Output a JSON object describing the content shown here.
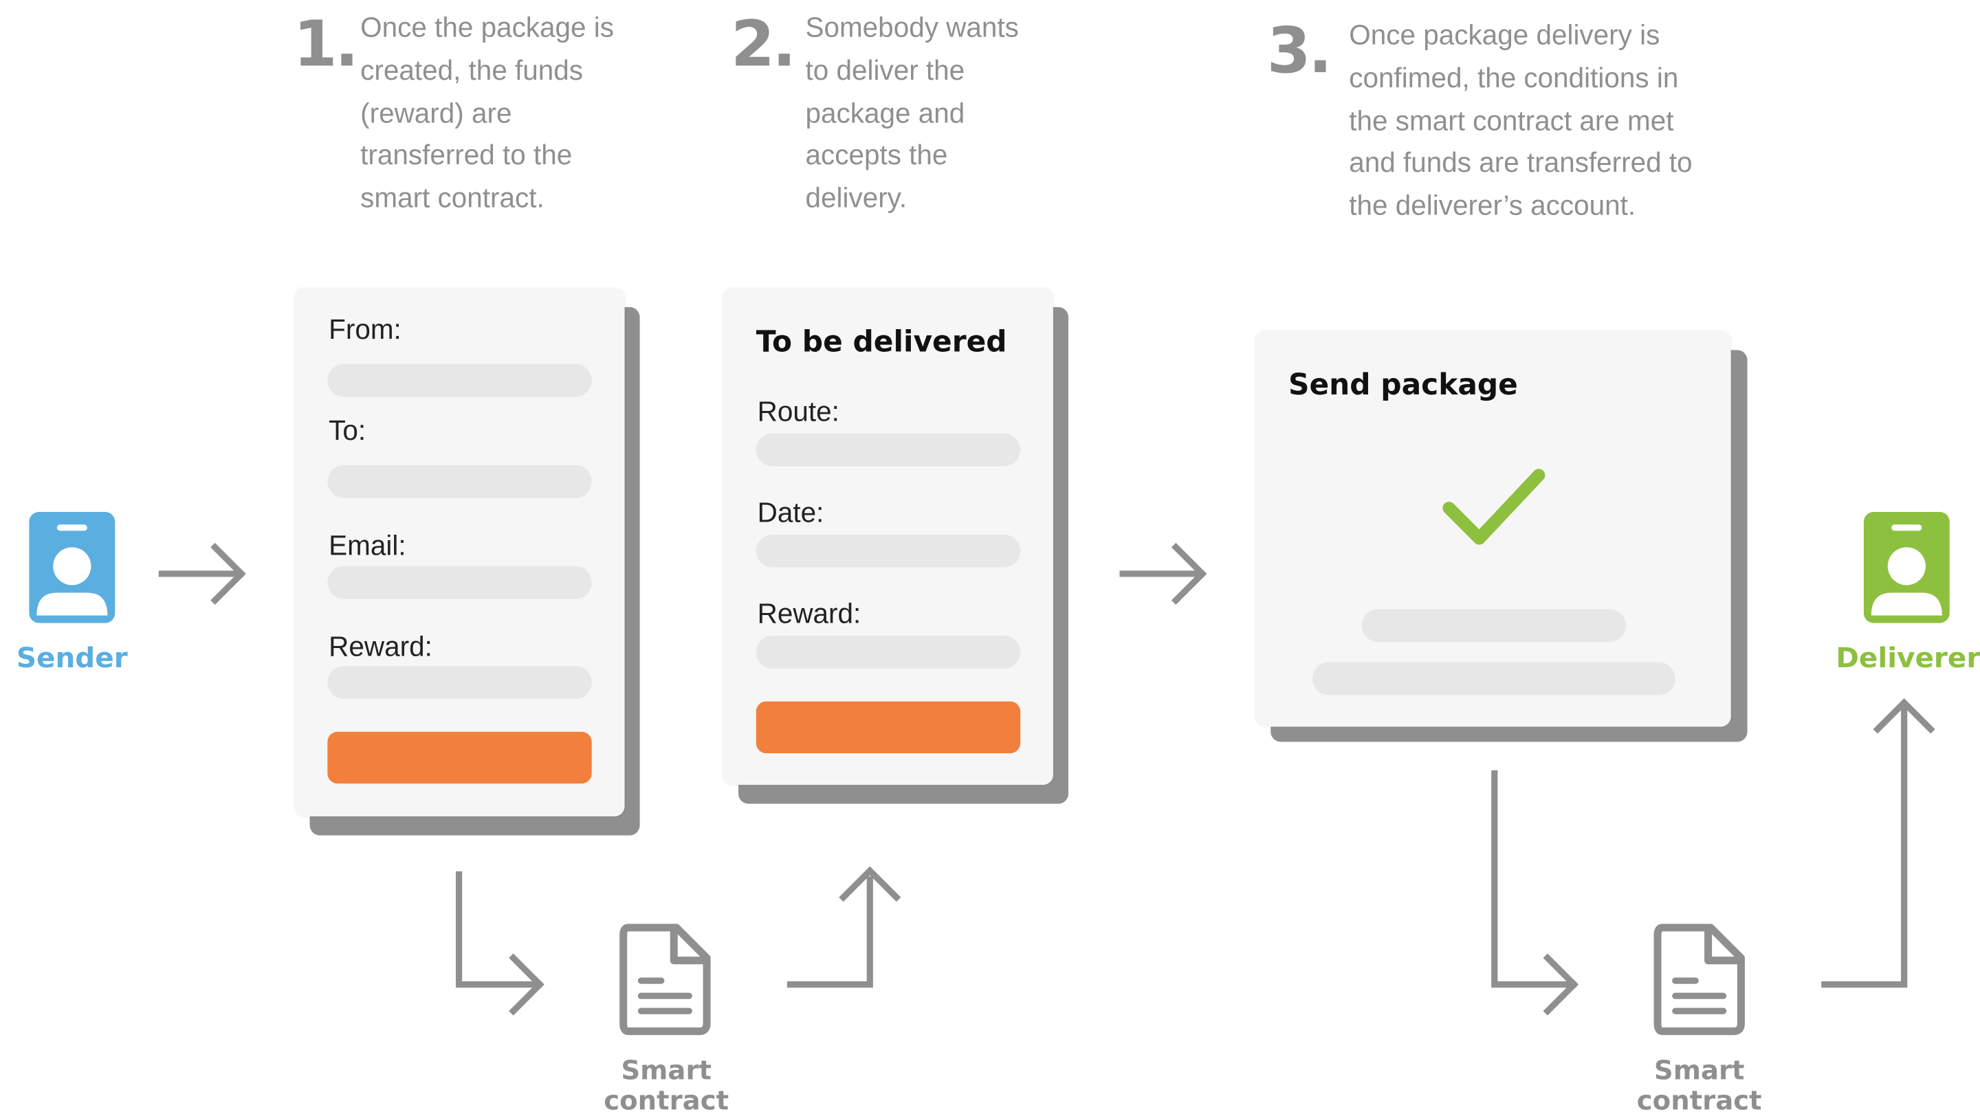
{
  "steps": [
    {
      "number": "1.",
      "lines": [
        "Once the package is",
        "created, the funds",
        "(reward) are",
        "transferred to the",
        "smart contract."
      ]
    },
    {
      "number": "2.",
      "lines": [
        "Somebody wants",
        "to deliver the",
        "package and",
        "accepts the",
        "delivery."
      ]
    },
    {
      "number": "3.",
      "lines": [
        "Once package delivery is",
        "confimed, the conditions in",
        "the smart contract are met",
        "and funds are transferred to",
        "the deliverer’s account."
      ]
    }
  ],
  "sender": {
    "label": "Sender",
    "icon": "id-badge-icon",
    "color": "#5aaee0"
  },
  "deliverer": {
    "label": "Deliverer",
    "icon": "id-badge-icon",
    "color": "#8dc03f"
  },
  "create_form": {
    "fields": [
      "From:",
      "To:",
      "Email:",
      "Reward:"
    ]
  },
  "delivery_form": {
    "title": "To be delivered",
    "fields": [
      "Route:",
      "Date:",
      "Reward:"
    ]
  },
  "confirm_card": {
    "title": "Send package",
    "icon": "checkmark-icon",
    "icon_color": "#8dc03f"
  },
  "smart_contract": {
    "label_line1": "Smart",
    "label_line2": "contract",
    "icon": "document-icon"
  },
  "colors": {
    "accent_button": "#f37f3d",
    "arrow": "#8f8f8f",
    "text_gray": "#8f8f8f"
  }
}
